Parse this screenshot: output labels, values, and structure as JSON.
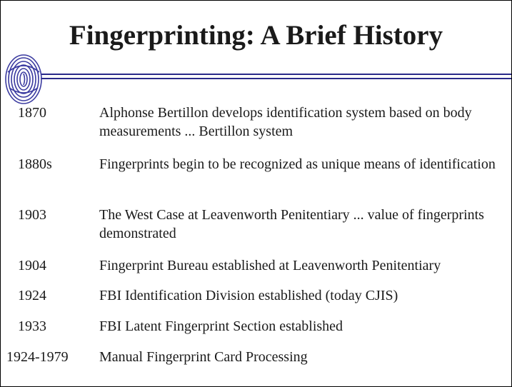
{
  "slide": {
    "title": "Fingerprinting:  A Brief History",
    "events": [
      {
        "year": "1870",
        "text": "Alphonse Bertillon develops identification system based on body measurements ... Bertillon system"
      },
      {
        "year": "1880s",
        "text": "Fingerprints begin to be recognized as unique means of identification"
      },
      {
        "year": "1903",
        "text": "The West Case at Leavenworth Penitentiary ... value of fingerprints demonstrated"
      },
      {
        "year": "1904",
        "text": "Fingerprint Bureau established at Leavenworth Penitentiary"
      },
      {
        "year": "1924",
        "text": "FBI Identification Division established (today CJIS)"
      },
      {
        "year": "1933",
        "text": "FBI Latent Fingerprint Section established"
      },
      {
        "year": "1924-1979",
        "text": "Manual Fingerprint Card Processing"
      }
    ]
  },
  "colors": {
    "rule": "#2a2a8a",
    "fingerprint": "#3b3ba0"
  },
  "icons": {
    "logo": "fingerprint-icon"
  }
}
